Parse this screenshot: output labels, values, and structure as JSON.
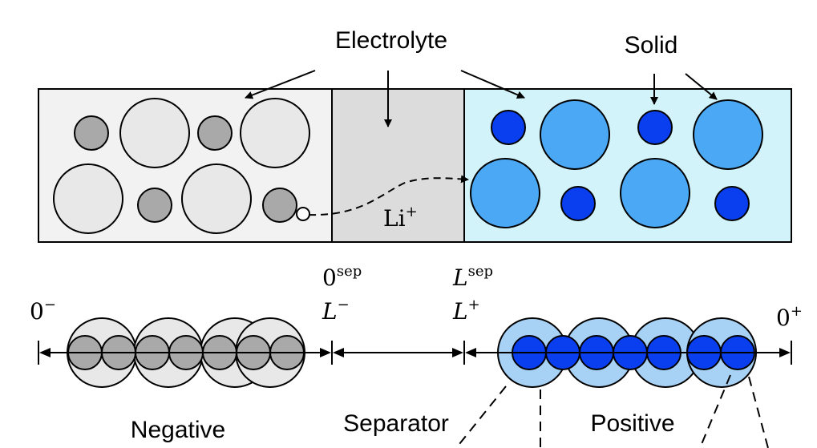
{
  "labels": {
    "electrolyte": "Electrolyte",
    "solid": "Solid",
    "li_base": "Li",
    "li_sup": "+",
    "negative": "Negative",
    "separator": "Separator",
    "positive": "Positive"
  },
  "axis_labels": {
    "zero_minus_base": "0",
    "zero_minus_sup": "−",
    "zero_sep_base": "0",
    "zero_sep_sup": "sep",
    "l_minus_base": "L",
    "l_minus_sup": "−",
    "l_sep_base": "L",
    "l_sep_sup": "sep",
    "l_plus_base": "L",
    "l_plus_sup": "+",
    "zero_plus_base": "0",
    "zero_plus_sup": "+"
  },
  "colors": {
    "negative_region": "#f2f2f2",
    "separator_region": "#dcdcdc",
    "positive_region": "#d3f3fa",
    "negative_large_particle": "#e8e8e8",
    "negative_small_particle": "#a9a9a9",
    "positive_large_particle": "#4aa8f4",
    "positive_small_particle": "#0a3ff0",
    "positive_halo": "#a8d2f5",
    "outline": "#000000"
  }
}
